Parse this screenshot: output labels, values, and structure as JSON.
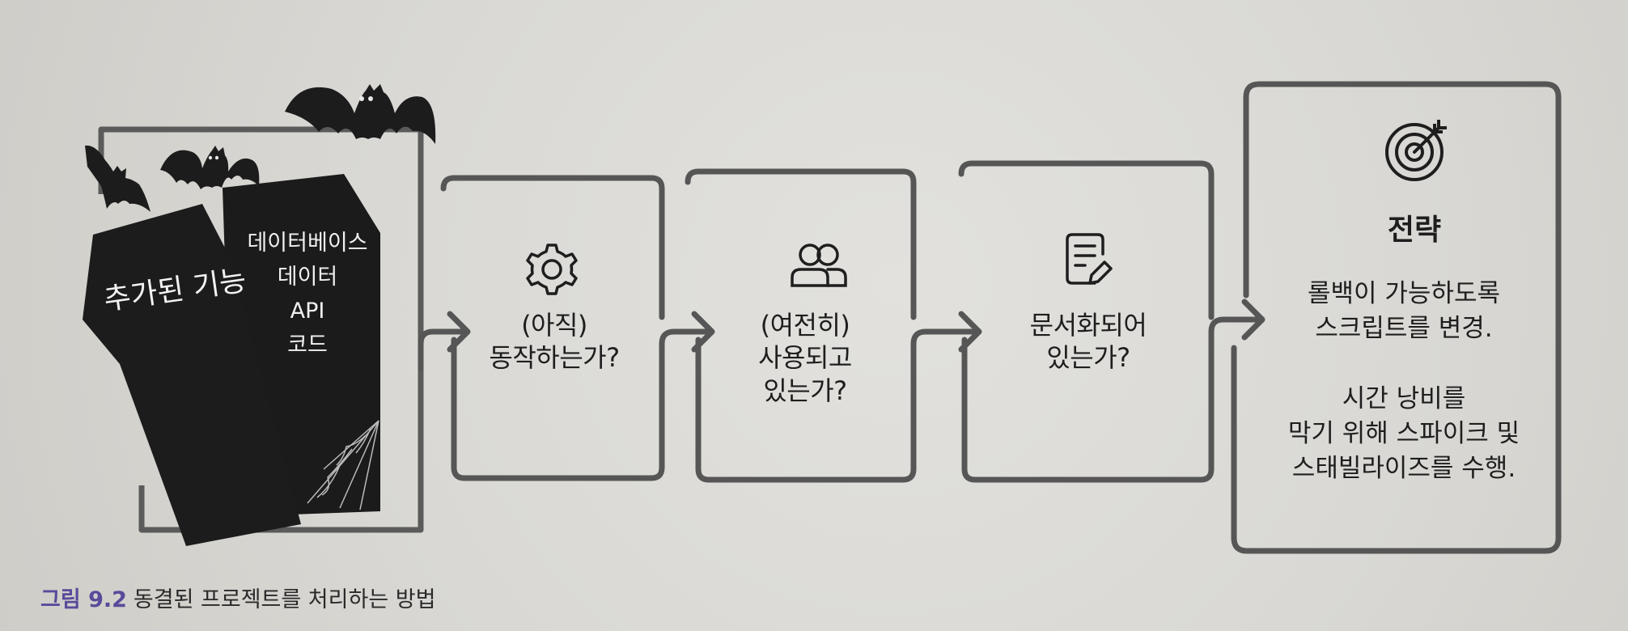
{
  "figure": {
    "caption_label": "그림 9.2",
    "caption_text": "동결된 프로젝트를 처리하는 방법"
  },
  "coffin": {
    "front_label": "추가된 기능",
    "back_items": [
      "데이터베이스",
      "데이터",
      "API",
      "코드"
    ]
  },
  "steps": [
    {
      "icon": "gear-icon",
      "lines": [
        "(아직)",
        "동작하는가?"
      ]
    },
    {
      "icon": "users-icon",
      "lines": [
        "(여전히)",
        "사용되고",
        "있는가?"
      ]
    },
    {
      "icon": "document-edit-icon",
      "lines": [
        "문서화되어",
        "있는가?"
      ]
    }
  ],
  "strategy": {
    "icon": "target-icon",
    "title": "전략",
    "paragraph1": [
      "롤백이 가능하도록",
      "스크립트를 변경."
    ],
    "paragraph2": [
      "시간 낭비를",
      "막기 위해 스파이크 및",
      "스태빌라이즈를 수행."
    ]
  },
  "colors": {
    "line": "#565656",
    "coffin": "#1c1c1c",
    "background": "#d8d7d3",
    "caption_accent": "#5a4a9a"
  }
}
